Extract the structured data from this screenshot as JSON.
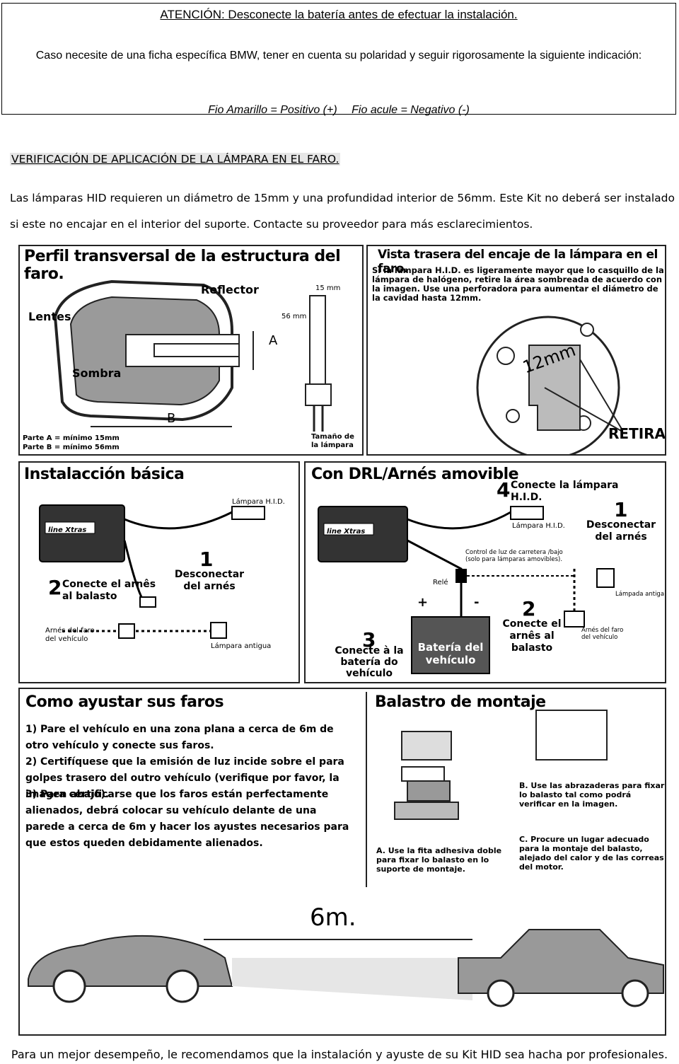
{
  "warning": {
    "title": "ATENCIÓN: Desconecte la batería antes de efectuar la instalación.",
    "body": "Caso necesite de una ficha específica BMW, tener en cuenta su polaridad y seguir rigorosamente la siguiente indicación:",
    "polarity_positive": "Fio Amarillo = Positivo (+)",
    "polarity_negative": "Fio acule = Negativo (-)"
  },
  "verification": {
    "title": "VERIFICACIÓN DE APLICACIÓN DE LA LÁMPARA EN EL FARO.",
    "body": "Las lámparas HID requieren un diámetro de 15mm y una profundidad interior de 56mm. Este Kit no deberá ser instalado si este no encajar en el interior del suporte. Contacte su proveedor para más esclarecimientos."
  },
  "profile": {
    "title": "Perfil transversal de la estructura del faro.",
    "reflector": "Reflector",
    "lentes": "Lentes",
    "sombra": "Sombra",
    "a": "A",
    "b": "B",
    "dim_15": "15 mm",
    "dim_56": "56 mm",
    "part_a": "Parte A = mínimo 15mm",
    "part_b": "Parte B = mínimo 56mm",
    "lamp_size": "Tamaño de la lámpara"
  },
  "rear_view": {
    "title": "Vista trasera del encaje de la lámpara en el faro.",
    "text": "Si la lámpara H.I.D. es ligeramente mayor que lo casquillo de la lámpara de halógeno, retire la área sombreada de acuerdo con la imagen. Use una perforadora para aumentar el diámetro de la cavidad hasta 12mm.",
    "dim": "12mm",
    "retirar": "RETIRAR"
  },
  "basic": {
    "title": "Instalacción básica",
    "brand": "line Xtras",
    "hid_lamp": "Lámpara H.I.D.",
    "step1_num": "1",
    "step1": "Desconectar del arnés",
    "step2_num": "2",
    "step2": "Conecte el arnês al balasto",
    "harness": "Arnés del faro del vehículo",
    "old_lamp": "Lámpara antigua"
  },
  "drl": {
    "title": "Con DRL/Arnés amovible",
    "brand": "line Xtras",
    "step4_num": "4",
    "step4": "Conecte la lámpara H.I.D.",
    "hid_lamp": "Lámpara H.I.D.",
    "step1_num": "1",
    "step1": "Desconectar del arnés",
    "control": "Control de luz de carretera /bajo (solo para lámparas amovibles).",
    "relay": "Relé",
    "plus": "+",
    "minus": "-",
    "old_lamp": "Lámpada antiga",
    "step2_num": "2",
    "step2": "Conecte el arnês al balasto",
    "harness": "Arnés del faro del vehículo",
    "step3_num": "3",
    "step3": "Conecte à la batería do vehículo",
    "battery": "Batería del vehículo"
  },
  "adjust": {
    "title": "Como ayustar sus faros",
    "step1": "1) Pare el vehículo en una zona plana a cerca de 6m de otro vehículo y conecte sus faros.",
    "step2": "2) Certifíquese que la emisión de luz incide sobre el para golpes trasero del outro vehículo (verifique por favor, la imagen abajo).",
    "step3": "3) Para certificarse que los faros están perfectamente alienados, debrá colocar su vehículo delante de una parede a cerca de 6m y hacer los ayustes necesarios para que estos queden debidamente alienados.",
    "distance": "6m."
  },
  "ballast": {
    "title": "Balastro de montaje",
    "a": "A. Use la fita adhesiva doble para fixar lo balasto en lo suporte de montaje.",
    "b": "B. Use las abrazaderas para fixar lo balasto tal como podrá verificar en la imagen.",
    "c": "C. Procure un lugar adecuado para la montaje del balasto, alejado del calor y de las correas del motor."
  },
  "footer": "Para un mejor desempeño, le recomendamos que la instalación y ayuste de su Kit HID sea hacha por profesionales."
}
